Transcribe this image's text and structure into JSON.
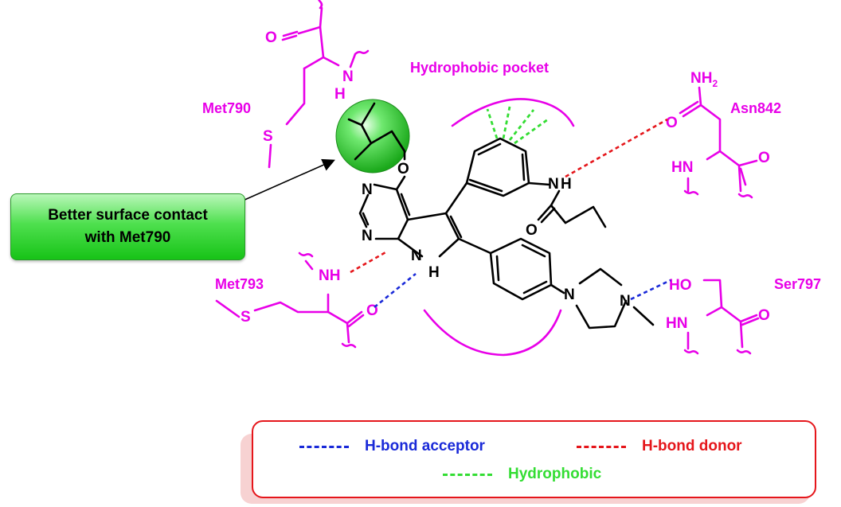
{
  "labels": {
    "pocket_label": "Hydrophobic pocket",
    "callout_line1": "Better surface contact",
    "callout_line2": "with Met790"
  },
  "residues": {
    "met790": "Met790",
    "asn842": "Asn842",
    "met793": "Met793",
    "ser797": "Ser797"
  },
  "atoms": {
    "o": "O",
    "n": "N",
    "h": "H",
    "nh": "NH",
    "hn": "HN",
    "ho": "HO",
    "s": "S",
    "nh2_main": "NH",
    "nh2_sub": "2"
  },
  "legend": {
    "items": [
      {
        "label": "H-bond acceptor",
        "color": "#1a2ad8"
      },
      {
        "label": "H-bond donor",
        "color": "#e5161b"
      },
      {
        "label": "Hydrophobic",
        "color": "#33dd33"
      }
    ]
  },
  "colors": {
    "residue": "#e800e8",
    "ligand": "#000000",
    "highlight_sphere": "#33dd33",
    "legend_border": "#e5161b"
  }
}
